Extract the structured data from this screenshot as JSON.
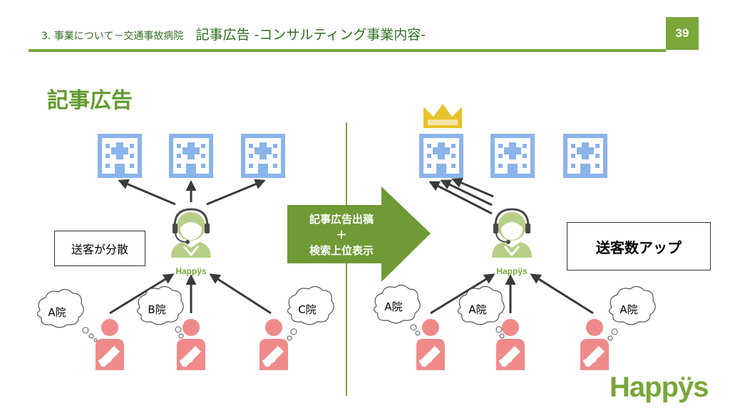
{
  "header": {
    "section": "3. 事業について－交通事故病院",
    "title": "記事広告 -コンサルティング事業内容-",
    "page_number": "39"
  },
  "slide_title": "記事広告",
  "left_panel": {
    "note": "送客が分散",
    "bubbles": [
      "A院",
      "B院",
      "C院"
    ],
    "operator_logo": "Happÿs"
  },
  "center_arrow": {
    "line1": "記事広告出稿",
    "line2": "＋",
    "line3": "検索上位表示"
  },
  "right_panel": {
    "note": "送客数アップ",
    "bubbles": [
      "A院",
      "A院",
      "A院"
    ],
    "operator_logo": "Happÿs"
  },
  "brand_logo": "Happÿs",
  "colors": {
    "accent_green": "#7aa63a",
    "hospital_blue": "#8ab4ea",
    "person_pink": "#f08a8a",
    "crown_gold": "#e8c22a"
  }
}
